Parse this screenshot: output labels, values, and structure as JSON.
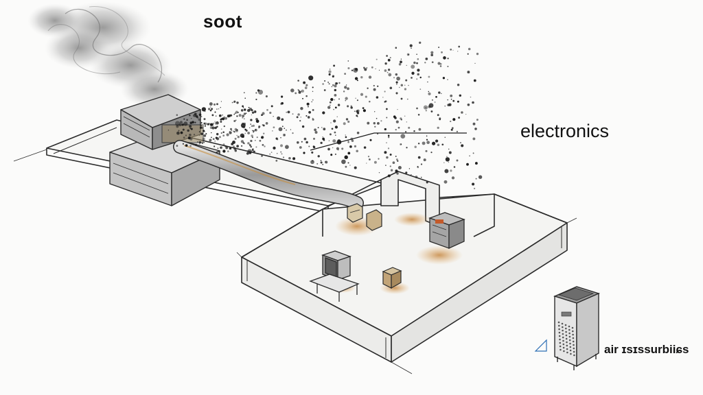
{
  "labels": {
    "soot": "soot",
    "electronics": "electronics",
    "air_scrubbers": "air ɪsɪssurbiiɕs"
  },
  "colors": {
    "ink": "#2b2b2b",
    "soot_particles": "#1a1a1a",
    "smoke": "#8a8a8a",
    "residue_stain": "#c07a2c"
  },
  "icons": [
    "rooftop-hvac-unit-icon",
    "duct-icon",
    "computer-monitor-icon",
    "electronic-device-icon",
    "server-rack-icon",
    "air-scrubber-icon",
    "small-triangle-icon"
  ]
}
